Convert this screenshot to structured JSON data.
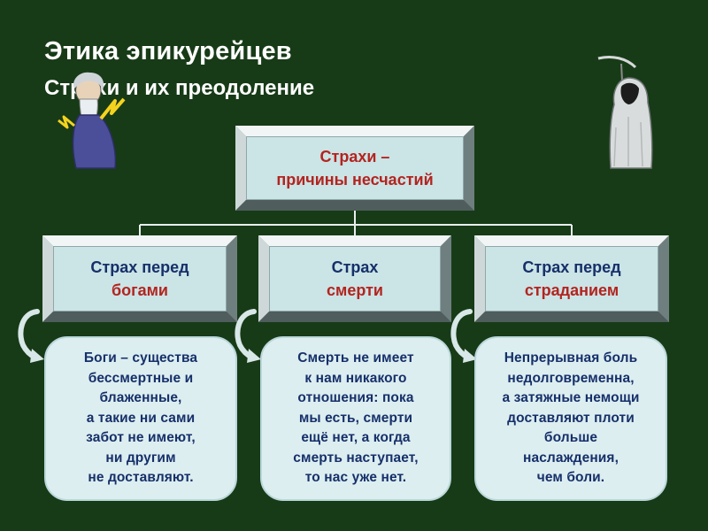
{
  "slide": {
    "title": "Этика эпикурейцев",
    "subtitle": "Страхи и их преодоление"
  },
  "main_box": {
    "line1": "Страхи –",
    "line2": "причины несчастий"
  },
  "categories": [
    {
      "line1": "Страх перед",
      "line2": "богами"
    },
    {
      "line1": "Страх",
      "line2": "смерти"
    },
    {
      "line1": "Страх перед",
      "line2": "страданием"
    }
  ],
  "explanations": [
    {
      "lines": [
        "Боги – существа",
        "бессмертные и",
        "блаженные,",
        "а такие ни сами",
        "забот не имеют,",
        "ни другим",
        "не доставляют."
      ]
    },
    {
      "lines": [
        "Смерть не имеет",
        "к нам никакого",
        "отношения: пока",
        "мы есть, смерти",
        "ещё нет, а когда",
        "смерть наступает,",
        "то нас уже нет."
      ]
    },
    {
      "lines": [
        "Непрерывная боль",
        "недолговременна,",
        "а затяжные немощи",
        "доставляют плоти",
        "больше",
        "наслаждения,",
        "чем боли."
      ]
    }
  ],
  "illustrations": {
    "left": "old-man-with-lightning-icon",
    "right": "grim-reaper-icon"
  },
  "colors": {
    "background": "#173b17",
    "box_face": "#cbe4e6",
    "bubble": "#ddeef0",
    "dark_text": "#16306a",
    "red_text": "#b3241f"
  }
}
